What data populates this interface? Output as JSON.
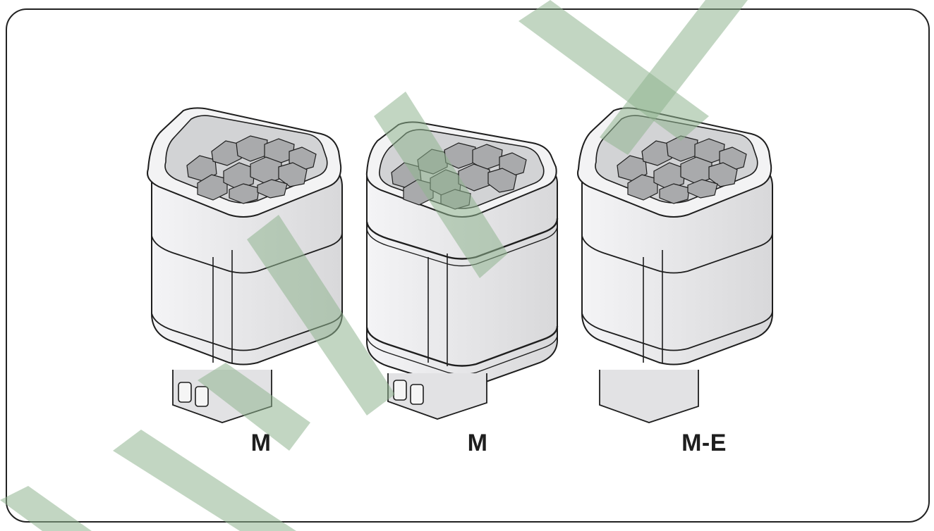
{
  "figure": {
    "heaters": [
      {
        "label": "M",
        "variant": "wall-mounted heater with control knobs"
      },
      {
        "label": "M",
        "variant": "wall-mounted heater with control knobs, banded frame"
      },
      {
        "label": "M-E",
        "variant": "wall-mounted heater without control knobs"
      }
    ],
    "colors": {
      "outline": "#1e1e1e",
      "body_fill": "#ececee",
      "stone_fill": "#a9aaac",
      "watermark": "#8fb48f"
    }
  }
}
